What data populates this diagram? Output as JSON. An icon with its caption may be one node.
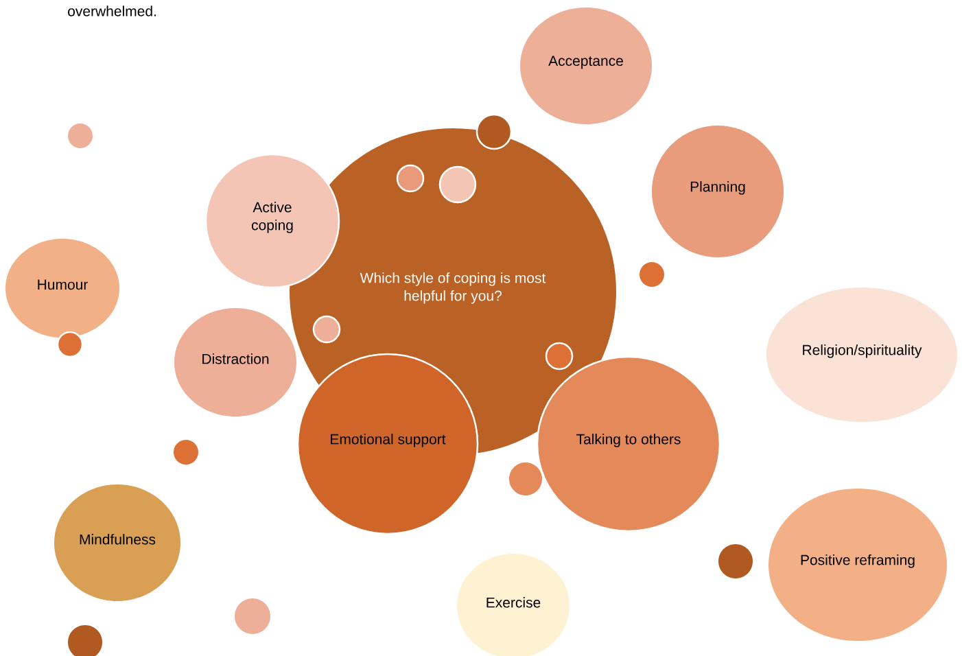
{
  "diagram": {
    "nodes": [
      {
        "text": [
          "Acceptance"
        ]
      },
      {
        "text": [],
        "shape": "circle"
      },
      {
        "text": [],
        "shape": "circle"
      },
      {
        "text": [
          "Which style of coping is most helpful for you?"
        ]
      },
      {
        "text": [],
        "shape": "circle",
        "in": 3
      },
      {
        "text": [],
        "shape": "circle",
        "in": 3
      },
      {
        "text": [
          "Active coping"
        ]
      },
      {
        "text": [
          "Planning"
        ]
      },
      {
        "text": [],
        "shape": "circle"
      },
      {
        "text": [
          "Humour"
        ]
      },
      {
        "text": [
          "Religion/spirituality"
        ]
      },
      {
        "text": [],
        "shape": "circle",
        "in": 3
      },
      {
        "text": [],
        "shape": "circle"
      },
      {
        "text": [
          "Distraction"
        ]
      },
      {
        "text": [],
        "shape": "circle",
        "in": 3
      },
      {
        "text": [
          "Emotional support"
        ]
      },
      {
        "text": [
          "Talking to others"
        ]
      },
      {
        "text": [],
        "shape": "circle"
      },
      {
        "text": [],
        "shape": "circle"
      },
      {
        "text": [
          "Mindfulness"
        ]
      },
      {
        "text": [
          "Positive reframing"
        ]
      },
      {
        "text": [],
        "shape": "circle"
      },
      {
        "text": [
          "Exercise"
        ]
      },
      {
        "text": [],
        "shape": "circle"
      },
      {
        "text": [],
        "shape": "circle"
      }
    ],
    "labels": [
      "overwhelmed."
    ]
  }
}
